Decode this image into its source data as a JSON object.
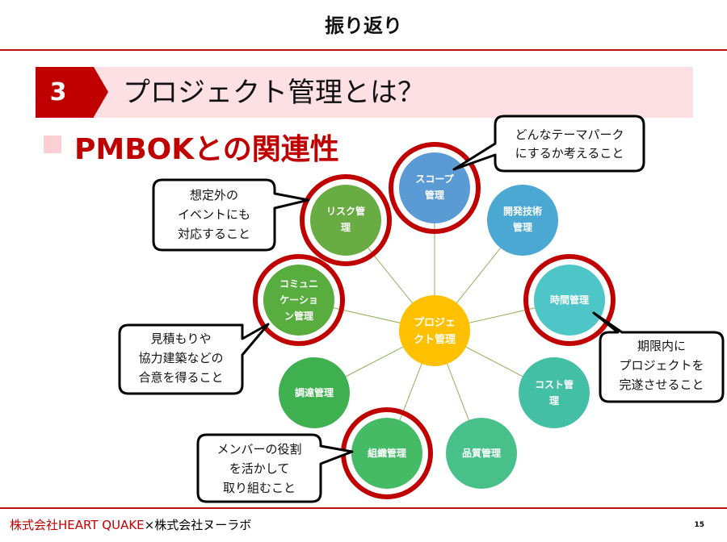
{
  "header": {
    "title": "振り返り"
  },
  "section": {
    "number": "3",
    "title": "プロジェクト管理とは？"
  },
  "subtitle": "PMBOKとの関連性",
  "diagram": {
    "center": [
      "プロジェ",
      "クト管理"
    ],
    "nodes": {
      "scope": [
        "スコープ",
        "管理"
      ],
      "dev": [
        "開発技術",
        "管理"
      ],
      "time": [
        "時間管理"
      ],
      "cost": [
        "コスト管",
        "理"
      ],
      "quality": [
        "品質管理"
      ],
      "org": [
        "組織管理"
      ],
      "procure": [
        "調達管理"
      ],
      "comm": [
        "コミュニ",
        "ケーショ",
        "ン管理"
      ],
      "risk": [
        "リスク管",
        "理"
      ]
    },
    "callouts": {
      "scope": [
        "どんなテーマパーク",
        "にするか考えること"
      ],
      "risk": [
        "想定外の",
        "イベントにも",
        "対応すること"
      ],
      "comm": [
        "見積もりや",
        "協力建築などの",
        "合意を得ること"
      ],
      "time": [
        "期限内に",
        "プロジェクトを",
        "完遂させること"
      ],
      "org": [
        "メンバーの役割",
        "を活かして",
        "取り組むこと"
      ]
    }
  },
  "footer": {
    "company1": "株式会社HEART QUAKE",
    "company2": "×株式会社ヌーラボ",
    "page": "15"
  },
  "colors": {
    "accent": "#c00000",
    "banner": "#fde0e3",
    "center": "#ffc000"
  }
}
